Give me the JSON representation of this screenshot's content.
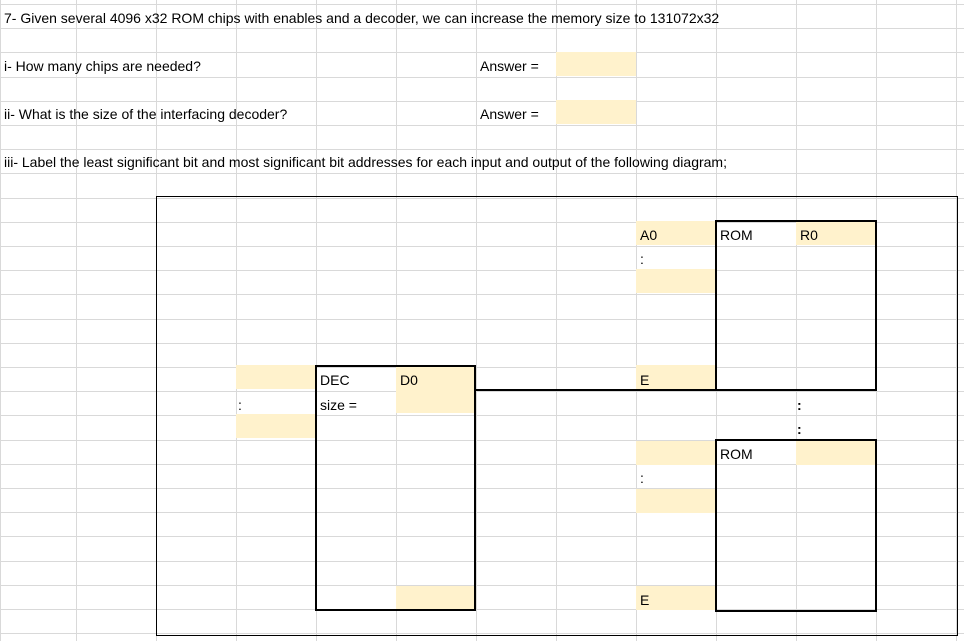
{
  "question": {
    "title": "7-   Given several 4096 x32 ROM chips with enables and a decoder, we can increase the memory size to 131072x32",
    "part1": "i-   How many chips are needed?",
    "part2": "ii-  What is the size of the interfacing decoder?",
    "part3": "iii-   Label the least significant bit and most significant bit addresses for each input and output of the following diagram;",
    "answer_label": "Answer ="
  },
  "diagram": {
    "dec_label": "DEC",
    "d0_label": "D0",
    "size_label": "size =",
    "dec_input_dots": ":",
    "a0_label": "A0",
    "rom_label": "ROM",
    "r0_label": "R0",
    "addr_dots": ":",
    "enable_label": "E",
    "output_dots": ":"
  },
  "colors": {
    "answer_fill": "#fff2cc",
    "gridline": "#d9d9d9"
  }
}
